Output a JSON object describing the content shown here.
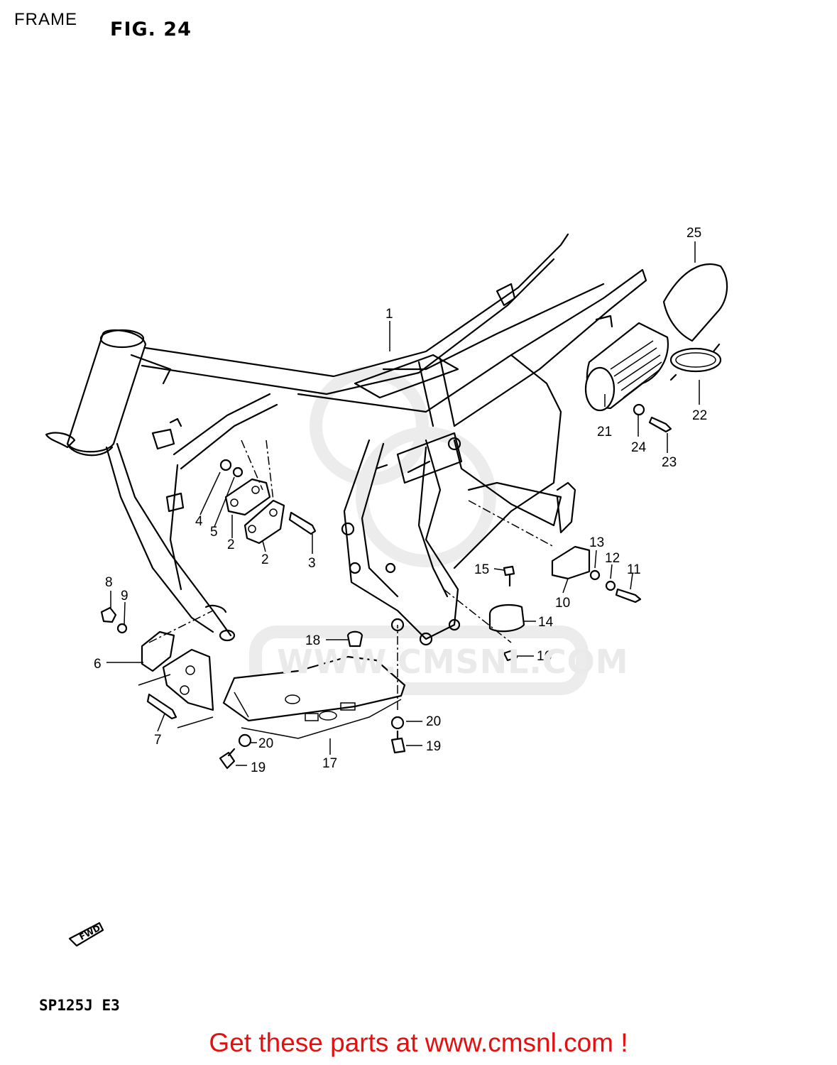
{
  "header": {
    "title": "FRAME",
    "figure": "FIG. 24"
  },
  "footer": {
    "model": "SP125J  E3",
    "cta": "Get these parts at www.cmsnl.com !"
  },
  "watermark": {
    "text": "WWW.CMSNL.COM"
  },
  "arrow": {
    "label": "FWD"
  },
  "parts": [
    {
      "no": "1"
    },
    {
      "no": "2"
    },
    {
      "no": "2"
    },
    {
      "no": "3"
    },
    {
      "no": "4"
    },
    {
      "no": "5"
    },
    {
      "no": "6"
    },
    {
      "no": "7"
    },
    {
      "no": "8"
    },
    {
      "no": "9"
    },
    {
      "no": "10"
    },
    {
      "no": "11"
    },
    {
      "no": "12"
    },
    {
      "no": "13"
    },
    {
      "no": "14"
    },
    {
      "no": "15"
    },
    {
      "no": "16"
    },
    {
      "no": "17"
    },
    {
      "no": "18"
    },
    {
      "no": "19"
    },
    {
      "no": "19"
    },
    {
      "no": "20"
    },
    {
      "no": "20"
    },
    {
      "no": "21"
    },
    {
      "no": "22"
    },
    {
      "no": "23"
    },
    {
      "no": "24"
    },
    {
      "no": "25"
    }
  ],
  "colors": {
    "cta": "#e41010",
    "watermark": "#eaeaea",
    "ink": "#000000"
  }
}
